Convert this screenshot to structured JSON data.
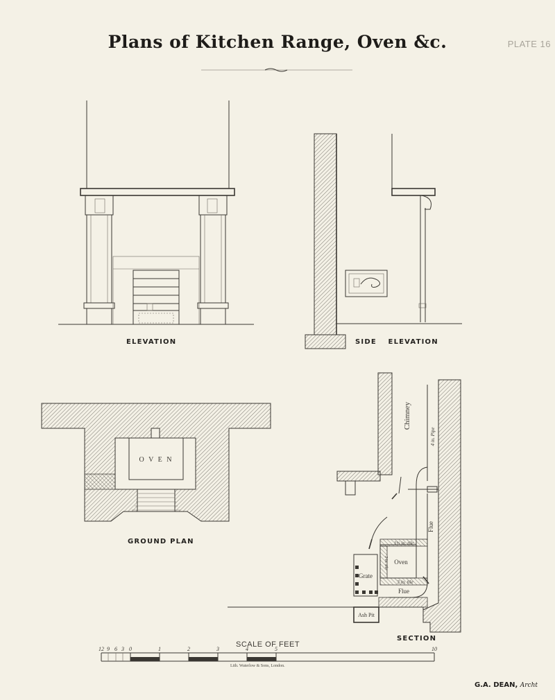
{
  "plate": {
    "title": "Plans of Kitchen Range, Oven &c.",
    "number": "PLATE 16"
  },
  "views": {
    "elevation": "ELEVATION",
    "side_elevation": "SIDE ELEVATION",
    "ground_plan": "GROUND PLAN",
    "section": "SECTION"
  },
  "plan_labels": {
    "oven": "O V E N"
  },
  "section_labels": {
    "chimney": "Chimney",
    "pipe": "4 in. Pipe",
    "flue_upper": "Flue",
    "tile_top": "1½ in. tile",
    "tile_side": "2 in. tile",
    "oven": "Oven",
    "grate": "Grate",
    "tile_bottom": "3 in. tile",
    "flue_lower": "Flue",
    "ash_pit": "Ash Pit"
  },
  "scale": {
    "title": "SCALE OF FEET",
    "ticks": [
      "12",
      "9",
      "6",
      "3",
      "0",
      "1",
      "2",
      "3",
      "4",
      "5",
      "10"
    ]
  },
  "credits": {
    "lithographer": "Lith. Waterlow & Sons, London.",
    "architect": "G.A. DEAN,",
    "architect_suffix": "Archt"
  },
  "colors": {
    "paper": "#f4f1e6",
    "ink": "#3a3732",
    "faded_plate": "#a8a49a"
  }
}
